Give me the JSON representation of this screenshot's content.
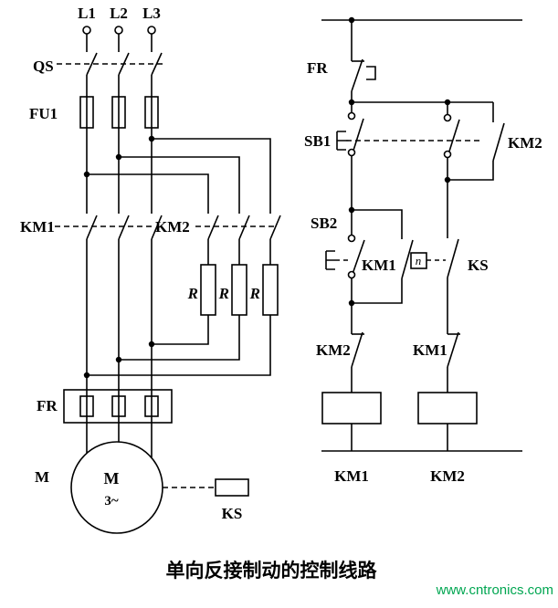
{
  "diagram": {
    "title": "单向反接制动的控制线路",
    "watermark": "www.cntronics.com",
    "colors": {
      "line": "#000000",
      "background": "#ffffff",
      "watermark": "#00a651"
    },
    "main_circuit": {
      "phase_labels": [
        "L1",
        "L2",
        "L3"
      ],
      "switch_label": "QS",
      "fuse_label": "FU1",
      "contactor1_label": "KM1",
      "contactor2_label": "KM2",
      "resistor_labels": [
        "R",
        "R",
        "R"
      ],
      "thermal_label": "FR",
      "motor_side_label": "M",
      "motor_text_top": "M",
      "motor_text_bottom": "3~",
      "speed_switch_label": "KS"
    },
    "control_circuit": {
      "thermal_contact_label": "FR",
      "stop_button_label": "SB1",
      "selflock_top_label": "KM2",
      "start_button_label": "SB2",
      "selflock_label": "KM1",
      "speed_symbol": "n",
      "speed_contact_label": "KS",
      "interlock_left_label": "KM2",
      "interlock_right_label": "KM1",
      "coil_left_label": "KM1",
      "coil_right_label": "KM2"
    }
  }
}
